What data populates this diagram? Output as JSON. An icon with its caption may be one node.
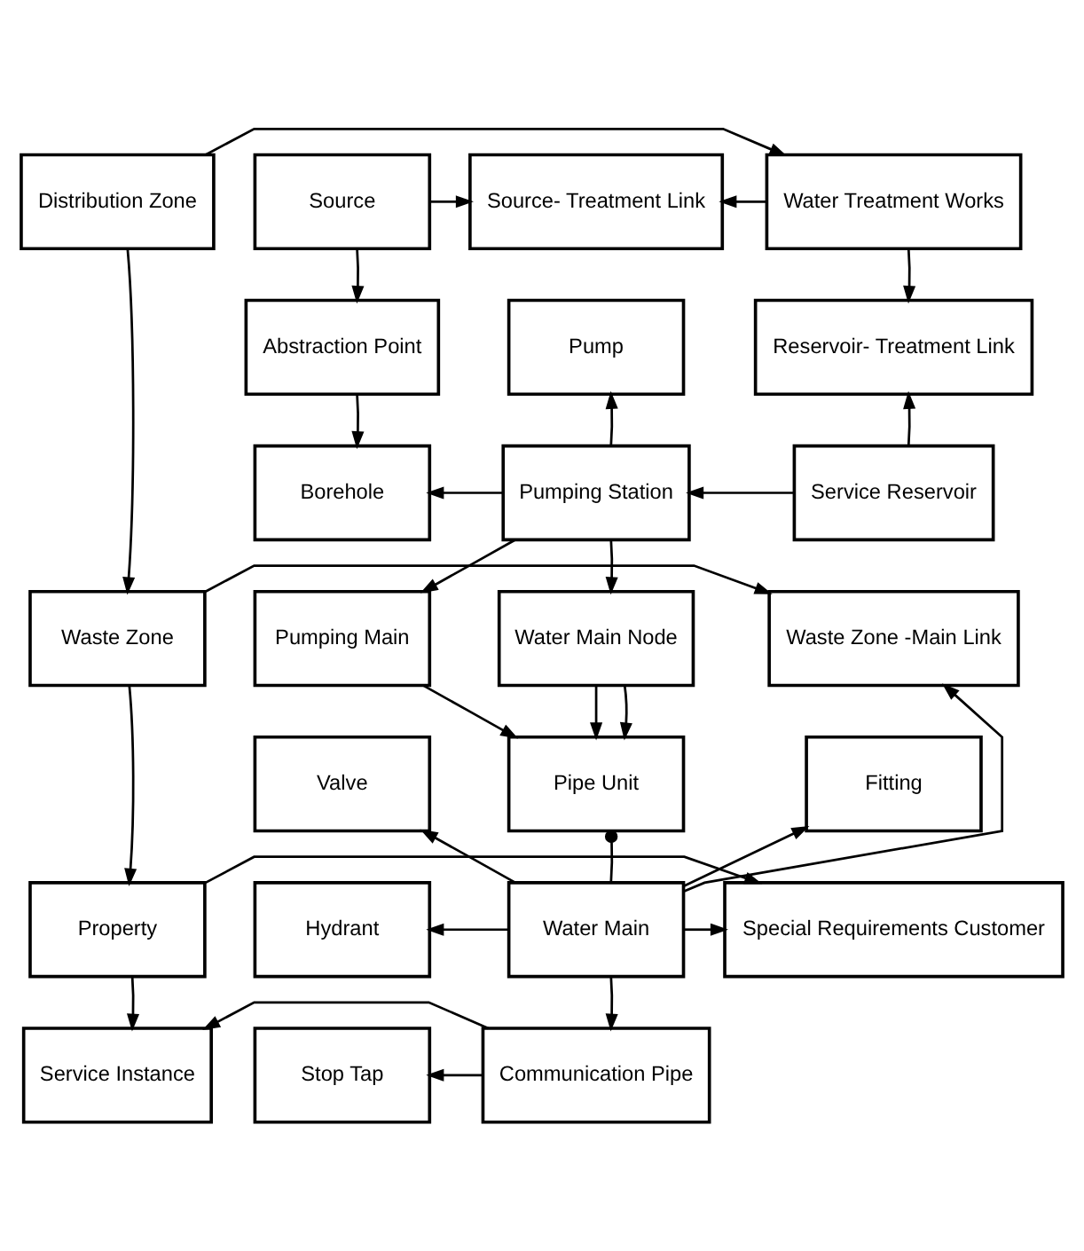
{
  "diagram": {
    "nodes": [
      {
        "text": [
          "Distribution Zone"
        ]
      },
      {
        "text": [
          "Water Treatment Works"
        ]
      },
      {
        "text": [
          "Source- Treatment Link"
        ]
      },
      {
        "text": [
          "Source"
        ]
      },
      {
        "text": [
          "Reservoir- Treatment Link"
        ]
      },
      {
        "text": [
          "Pump"
        ]
      },
      {
        "text": [
          "Abstraction Point"
        ]
      },
      {
        "text": [
          "Service Reservoir"
        ]
      },
      {
        "text": [
          "Pumping Station"
        ]
      },
      {
        "text": [
          "Borehole"
        ]
      },
      {
        "text": [
          "Waste Zone"
        ]
      },
      {
        "text": [
          "Waste Zone -Main Link"
        ]
      },
      {
        "text": [
          "Water Main Node"
        ]
      },
      {
        "text": [
          "Pumping Main"
        ]
      },
      {
        "text": [
          "Fitting"
        ]
      },
      {
        "text": [
          "Pipe Unit"
        ]
      },
      {
        "text": [
          "Valve"
        ]
      },
      {
        "text": [
          "Property"
        ]
      },
      {
        "text": [
          "Special Requirements Customer"
        ]
      },
      {
        "text": [
          "Water Main"
        ]
      },
      {
        "text": [
          "Hydrant"
        ]
      },
      {
        "text": [
          "Service Instance"
        ]
      },
      {
        "text": [
          "Communication Pipe"
        ]
      },
      {
        "text": [
          "Stop Tap"
        ]
      }
    ],
    "edges": [
      {
        "from": 0,
        "to": 1,
        "arrow": "to"
      },
      {
        "from": 1,
        "to": 2,
        "arrow": "to"
      },
      {
        "from": 3,
        "to": 2,
        "arrow": "to"
      },
      {
        "from": 1,
        "to": 4,
        "arrow": "to"
      },
      {
        "from": 3,
        "to": 6,
        "arrow": "to"
      },
      {
        "from": 7,
        "to": 4,
        "arrow": "to"
      },
      {
        "from": 8,
        "to": 5,
        "arrow": "to"
      },
      {
        "from": 6,
        "to": 9,
        "arrow": "to"
      },
      {
        "from": 7,
        "to": 8,
        "arrow": "to"
      },
      {
        "from": 8,
        "to": 9,
        "arrow": "to"
      },
      {
        "from": 0,
        "to": 10,
        "arrow": "to"
      },
      {
        "from": 8,
        "to": 12,
        "arrow": "to"
      },
      {
        "from": 8,
        "to": 13,
        "arrow": "to"
      },
      {
        "from": 10,
        "to": 11,
        "arrow": "to"
      },
      {
        "from": 12,
        "to": 15,
        "arrow": "to"
      },
      {
        "from": 12,
        "to": 15,
        "arrow": "to"
      },
      {
        "from": 13,
        "to": 15,
        "arrow": "to"
      },
      {
        "from": 19,
        "to": 11,
        "arrow": "to"
      },
      {
        "from": 19,
        "to": 14,
        "arrow": "to"
      },
      {
        "from": 19,
        "to": 15,
        "arrow": "other"
      },
      {
        "from": 19,
        "to": 16,
        "arrow": "to"
      },
      {
        "from": 10,
        "to": 17,
        "arrow": "to"
      },
      {
        "from": 17,
        "to": 18,
        "arrow": "to"
      },
      {
        "from": 19,
        "to": 18,
        "arrow": "to"
      },
      {
        "from": 19,
        "to": 20,
        "arrow": "to"
      },
      {
        "from": 17,
        "to": 21,
        "arrow": "to"
      },
      {
        "from": 19,
        "to": 22,
        "arrow": "to"
      },
      {
        "from": 22,
        "to": 21,
        "arrow": "to"
      },
      {
        "from": 22,
        "to": 23,
        "arrow": "to"
      }
    ]
  }
}
